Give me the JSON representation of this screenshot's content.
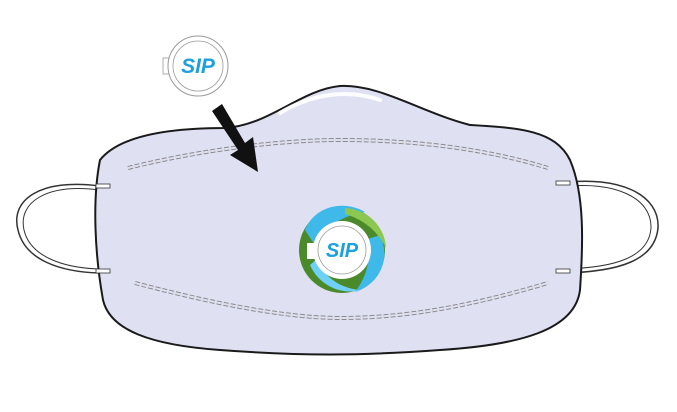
{
  "logo": {
    "text": "SIP"
  },
  "valve": {
    "logo_text": "SIP"
  },
  "colors": {
    "mask_fill": "#dfe1f3",
    "mask_outline": "#1a1a1a",
    "stitch": "#8a8a8a",
    "logo_blue": "#1ea0e0",
    "valve_green": "#4a8a2a",
    "valve_cyan": "#3fb8ea",
    "arrow": "#111111"
  },
  "icons": {
    "arrow": "arrow-down-right-icon",
    "badge": "sip-logo-badge"
  }
}
